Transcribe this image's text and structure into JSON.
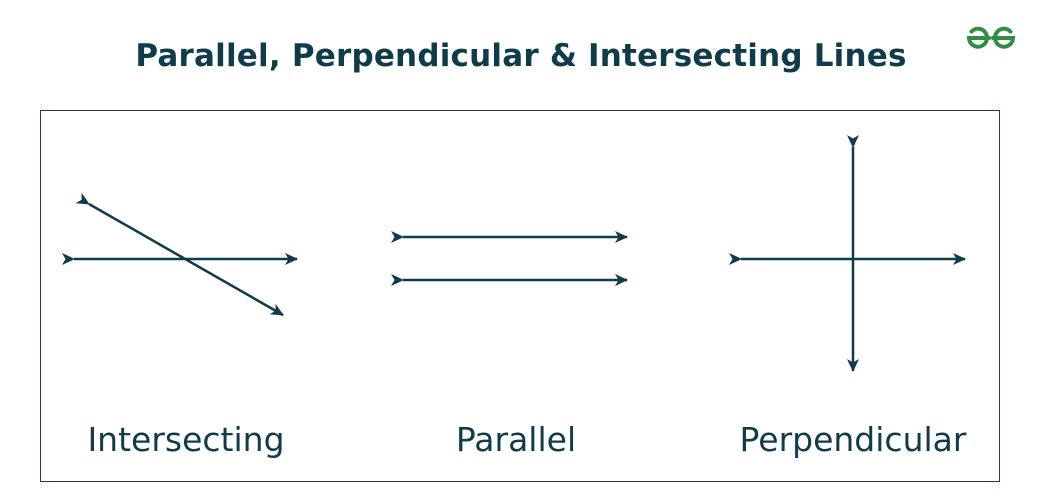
{
  "title": "Parallel, Perpendicular & Intersecting Lines",
  "logo": {
    "icon": "gfg-logo-icon",
    "color": "#2f8d46"
  },
  "colors": {
    "line": "#0f3b4a",
    "frame": "#1b3f4d"
  },
  "panels": [
    {
      "id": "intersecting",
      "label": "Intersecting"
    },
    {
      "id": "parallel",
      "label": "Parallel"
    },
    {
      "id": "perpendicular",
      "label": "Perpendicular"
    }
  ]
}
